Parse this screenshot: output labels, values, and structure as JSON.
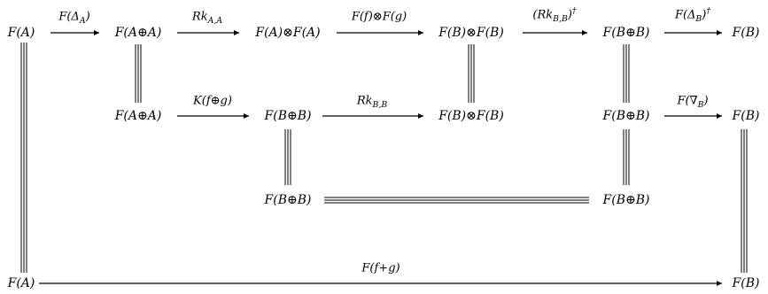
{
  "nodes": {
    "r1c1": "F(A)",
    "r1c2": "F(A⊕A)",
    "r1c3": "F(A)⊗F(A)",
    "r1c4": "F(B)⊗F(B)",
    "r1c5": "F(B⊕B)",
    "r1c6": "F(B)",
    "r2c2": "F(A⊕A)",
    "r2c3": "F(B⊕B)",
    "r2c4": "F(B)⊗F(B)",
    "r2c5": "F(B⊕B)",
    "r2c6": "F(B)",
    "r3c3": "F(B⊕B)",
    "r3c5": "F(B⊕B)",
    "r4c1": "F(A)",
    "r4c6": "F(B)"
  },
  "labels": {
    "f_delta_a": "F(Δ_A)",
    "rk_a_a": "Rk_{A,A}",
    "f_tensor_g": "F(f)⊗F(g)",
    "rk_b_b_dagger": "(Rk_{B,B})^†",
    "f_delta_b_dagger": "F(Δ_B)^†",
    "k_f_plus_g": "K(f⊕g)",
    "rk_b_b": "Rk_{B,B}",
    "f_nabla_b": "F(∇_B)",
    "f_f_plus_g": "F(f+g)"
  },
  "colors": {
    "ink": "#000000",
    "background": "#ffffff"
  }
}
